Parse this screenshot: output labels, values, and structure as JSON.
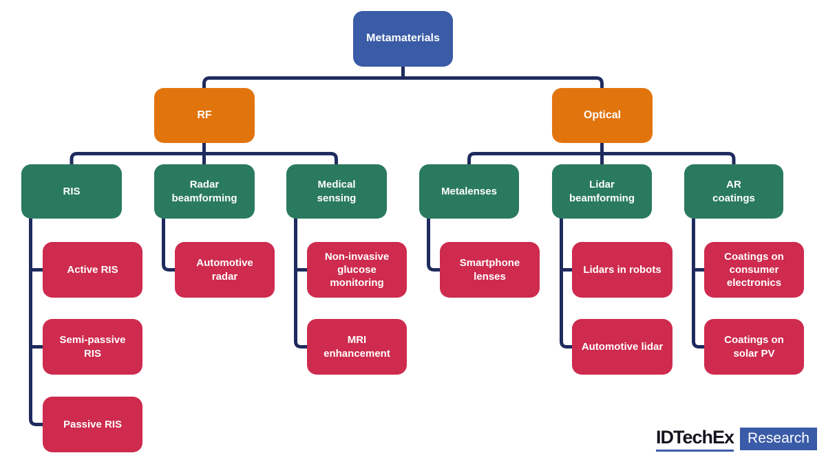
{
  "tree": {
    "root": {
      "label": "Metamaterials"
    },
    "branches": [
      {
        "label": "RF",
        "children": [
          {
            "label": "RIS",
            "children": [
              {
                "label": "Active RIS"
              },
              {
                "label": "Semi-passive\nRIS"
              },
              {
                "label": "Passive RIS"
              }
            ]
          },
          {
            "label": "Radar\nbeamforming",
            "children": [
              {
                "label": "Automotive\nradar"
              }
            ]
          },
          {
            "label": "Medical\nsensing",
            "children": [
              {
                "label": "Non-invasive\nglucose\nmonitoring"
              },
              {
                "label": "MRI\nenhancement"
              }
            ]
          }
        ]
      },
      {
        "label": "Optical",
        "children": [
          {
            "label": "Metalenses",
            "children": [
              {
                "label": "Smartphone\nlenses"
              }
            ]
          },
          {
            "label": "Lidar\nbeamforming",
            "children": [
              {
                "label": "Lidars in robots"
              },
              {
                "label": "Automotive lidar"
              }
            ]
          },
          {
            "label": "AR\ncoatings",
            "children": [
              {
                "label": "Coatings on\nconsumer\nelectronics"
              },
              {
                "label": "Coatings on\nsolar PV"
              }
            ]
          }
        ]
      }
    ]
  },
  "logo": {
    "brand": "IDTechEx",
    "suffix": "Research"
  },
  "colors": {
    "root_blue": "#3A5BA5",
    "branch_orange": "#E2740E",
    "category_green": "#2A7A5F",
    "leaf_red": "#CE2B4E",
    "connector_navy": "#1F2B5E",
    "logo_blue": "#3A5BA8",
    "background": "#FFFFFF"
  }
}
